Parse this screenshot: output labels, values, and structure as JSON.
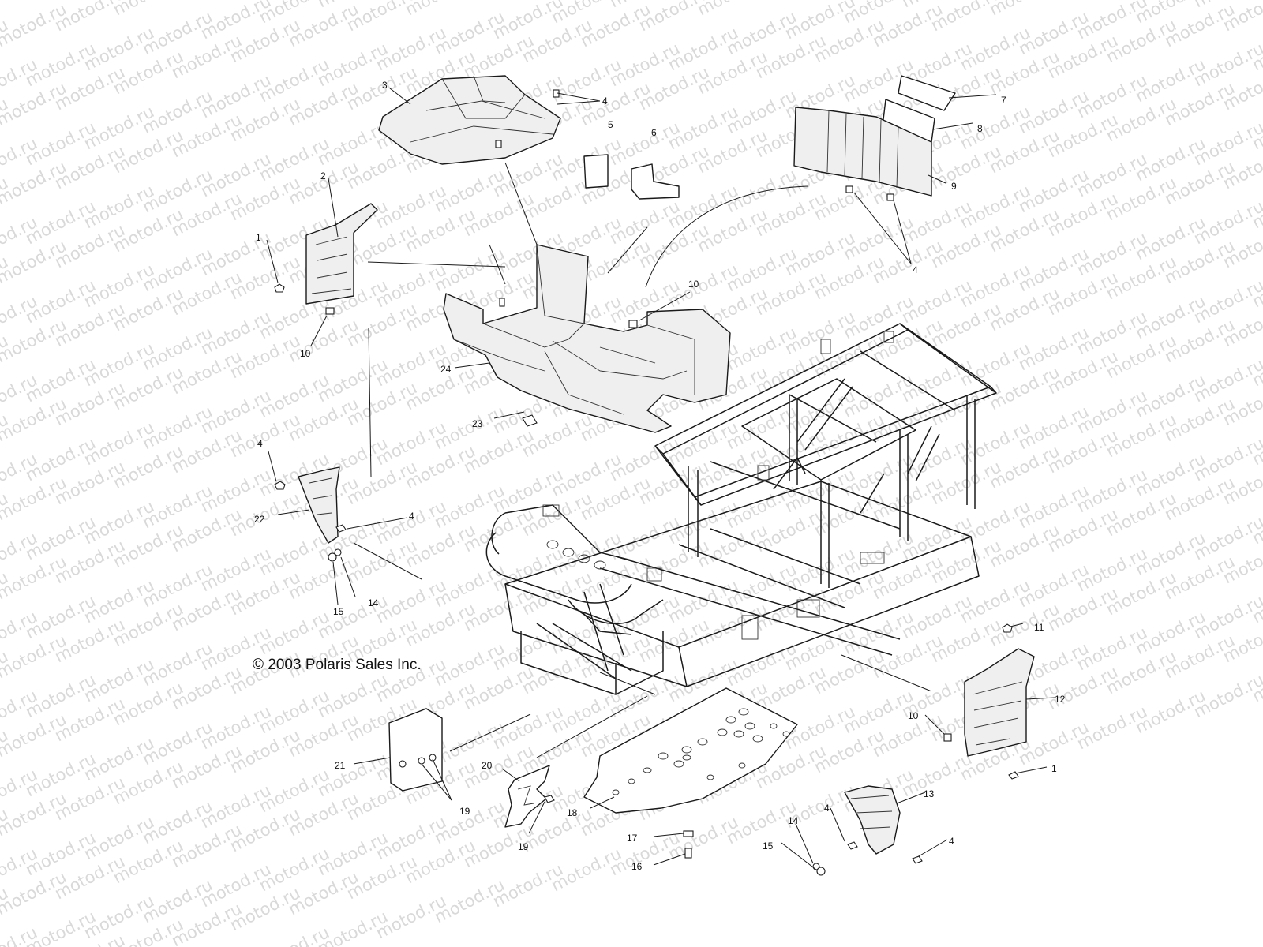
{
  "watermark": {
    "text": "motod.ru",
    "color": "#d9d9d9"
  },
  "copyright": "© 2003 Polaris Sales Inc.",
  "callouts": [
    {
      "id": "c1a",
      "text": "1"
    },
    {
      "id": "c2",
      "text": "2"
    },
    {
      "id": "c3",
      "text": "3"
    },
    {
      "id": "c4a",
      "text": "4"
    },
    {
      "id": "c5",
      "text": "5"
    },
    {
      "id": "c6",
      "text": "6"
    },
    {
      "id": "c7",
      "text": "7"
    },
    {
      "id": "c8",
      "text": "8"
    },
    {
      "id": "c9",
      "text": "9"
    },
    {
      "id": "c4b",
      "text": "4"
    },
    {
      "id": "c10a",
      "text": "10"
    },
    {
      "id": "c10b",
      "text": "10"
    },
    {
      "id": "c24",
      "text": "24"
    },
    {
      "id": "c23",
      "text": "23"
    },
    {
      "id": "c4c",
      "text": "4"
    },
    {
      "id": "c22",
      "text": "22"
    },
    {
      "id": "c4d",
      "text": "4"
    },
    {
      "id": "c15a",
      "text": "15"
    },
    {
      "id": "c14a",
      "text": "14"
    },
    {
      "id": "c11",
      "text": "11"
    },
    {
      "id": "c12",
      "text": "12"
    },
    {
      "id": "c10c",
      "text": "10"
    },
    {
      "id": "c1b",
      "text": "1"
    },
    {
      "id": "c13",
      "text": "13"
    },
    {
      "id": "c4e",
      "text": "4"
    },
    {
      "id": "c4f",
      "text": "4"
    },
    {
      "id": "c14b",
      "text": "14"
    },
    {
      "id": "c15b",
      "text": "15"
    },
    {
      "id": "c16",
      "text": "16"
    },
    {
      "id": "c17",
      "text": "17"
    },
    {
      "id": "c18",
      "text": "18"
    },
    {
      "id": "c19a",
      "text": "19"
    },
    {
      "id": "c19b",
      "text": "19"
    },
    {
      "id": "c20",
      "text": "20"
    },
    {
      "id": "c21",
      "text": "21"
    }
  ]
}
